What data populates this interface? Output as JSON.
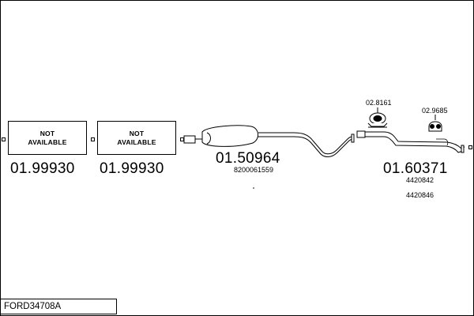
{
  "parts": [
    {
      "line1": "NOT",
      "line2": "AVAILABLE",
      "number": "01.99930"
    },
    {
      "line1": "NOT",
      "line2": "AVAILABLE",
      "number": "01.99930"
    },
    {
      "number": "01.50964",
      "oe": [
        "8200061559"
      ]
    },
    {
      "number": "01.60371",
      "oe": [
        "4420842",
        "4420846"
      ]
    }
  ],
  "accessories": [
    {
      "number": "02.8161"
    },
    {
      "number": "02.9685"
    }
  ],
  "model": "FORD34708A"
}
